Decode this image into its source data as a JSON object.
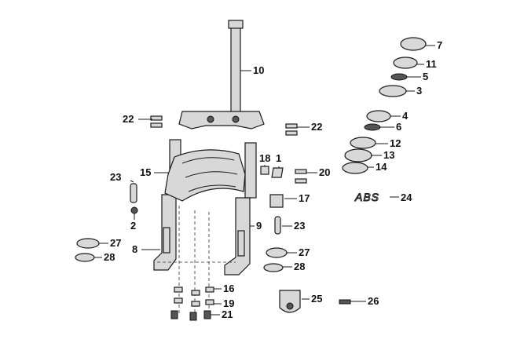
{
  "callouts": {
    "c1": "1",
    "c2": "2",
    "c3": "3",
    "c4": "4",
    "c5": "5",
    "c6": "6",
    "c7": "7",
    "c8": "8",
    "c9": "9",
    "c10": "10",
    "c11": "11",
    "c12": "12",
    "c13": "13",
    "c14": "14",
    "c15": "15",
    "c16": "16",
    "c17": "17",
    "c18": "18",
    "c19": "19",
    "c20": "20",
    "c21": "21",
    "c22a": "22",
    "c22b": "22",
    "c23a": "23",
    "c23b": "23",
    "c24": "24",
    "c25": "25",
    "c26": "26",
    "c27a": "27",
    "c27b": "27",
    "c28a": "28",
    "c28b": "28"
  },
  "abs_mark": "ABS"
}
